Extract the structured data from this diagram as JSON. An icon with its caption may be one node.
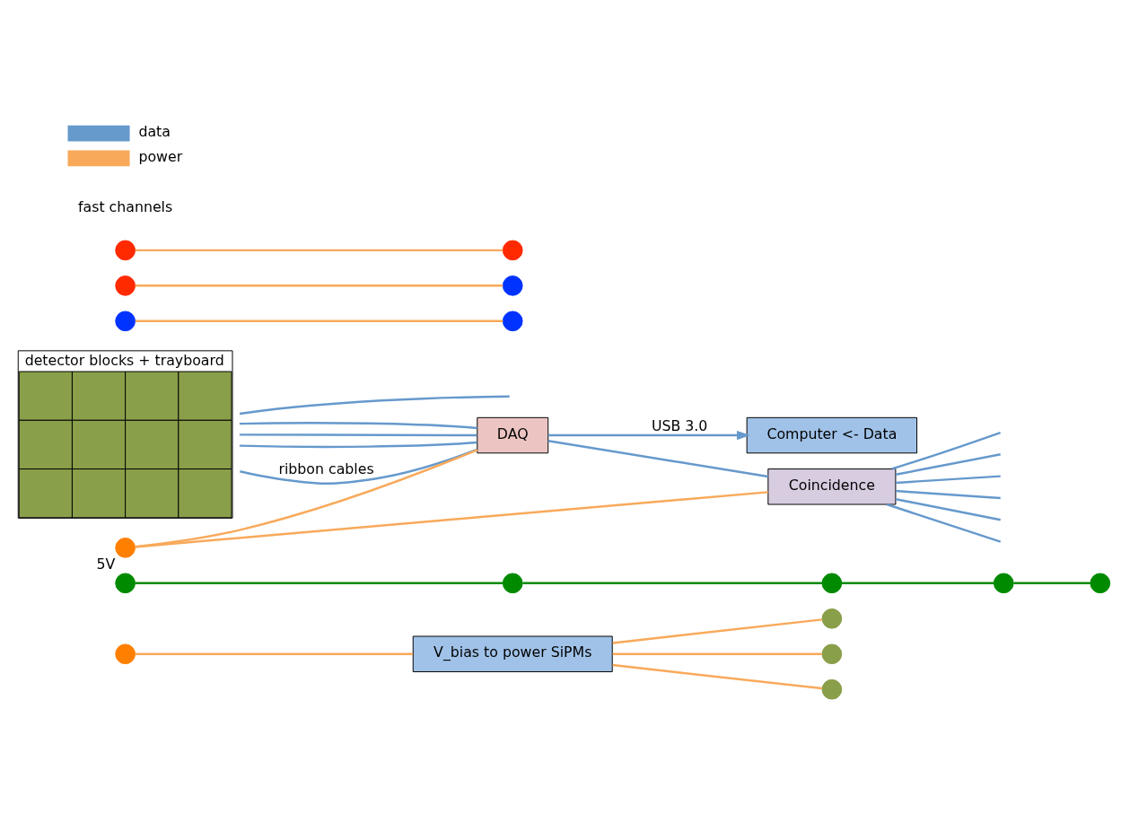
{
  "diagram": {
    "nodes": [
      {
        "text": [],
        "shape": "circle"
      },
      {
        "text": [
          "V_bias to power SiPMs"
        ]
      },
      {
        "text": [],
        "shape": "circle"
      },
      {
        "text": [],
        "shape": "circle"
      },
      {
        "text": [
          "detector blocks + trayboard"
        ]
      },
      {
        "text": [],
        "shape": "circle"
      },
      {
        "text": [],
        "shape": "circle"
      },
      {
        "text": [],
        "shape": "circle"
      },
      {
        "text": [],
        "shape": "circle"
      },
      {
        "text": [],
        "shape": "circle"
      },
      {
        "text": [],
        "shape": "circle"
      },
      {
        "text": [],
        "shape": "circle"
      },
      {
        "text": [],
        "shape": "circle"
      },
      {
        "text": [],
        "shape": "circle"
      },
      {
        "text": [],
        "shape": "circle"
      },
      {
        "text": [],
        "shape": "circle"
      },
      {
        "text": [],
        "shape": "circle"
      },
      {
        "text": [
          "Computer <- Data"
        ]
      },
      {
        "text": [
          "DAQ"
        ]
      },
      {
        "text": [],
        "shape": "circle",
        "beside": [
          "5V"
        ]
      },
      {
        "text": [
          "Coincidence"
        ]
      }
    ],
    "edges": [
      {
        "from": 0,
        "to": 1,
        "arrow": "none",
        "color": "#f8a95a"
      },
      {
        "from": 1,
        "to": 2,
        "arrow": "none",
        "color": "#f8a95a"
      },
      {
        "from": 1,
        "to": 5,
        "arrow": "none",
        "color": "#f8a95a"
      },
      {
        "from": 1,
        "to": 7,
        "arrow": "none",
        "color": "#f8a95a"
      },
      {
        "from": 3,
        "to": 6,
        "arrow": "none",
        "color": "#008a00"
      },
      {
        "from": 6,
        "to": 8,
        "arrow": "none",
        "color": "#008a00"
      },
      {
        "from": 8,
        "to": 11,
        "arrow": "none",
        "color": "#008a00"
      },
      {
        "from": 11,
        "to": 14,
        "arrow": "none",
        "color": "#008a00"
      },
      {
        "from": 9,
        "to": 10,
        "arrow": "none",
        "color": "#f8a95a"
      },
      {
        "from": 12,
        "to": 15,
        "arrow": "none",
        "color": "#f8a95a"
      },
      {
        "from": 16,
        "to": 13,
        "arrow": "none",
        "color": "#f8a95a"
      },
      {
        "from": 4,
        "to": null,
        "arrow": "none"
      },
      {
        "from": 4,
        "to": 18,
        "arrow": "none",
        "label": "ribbon cables"
      },
      {
        "from": 4,
        "to": 18,
        "arrow": "none"
      },
      {
        "from": 4,
        "to": 18,
        "arrow": "none"
      },
      {
        "from": 4,
        "to": 18,
        "arrow": "none"
      },
      {
        "from": 18,
        "to": 17,
        "arrow": "to",
        "label": "USB 3.0"
      },
      {
        "from": 19,
        "to": 18,
        "arrow": "none",
        "color": "#f8a95a"
      },
      {
        "from": 19,
        "to": 20,
        "arrow": "none",
        "color": "#f8a95a"
      },
      {
        "from": 18,
        "to": 20,
        "arrow": "none"
      },
      {
        "from": 20,
        "to": null,
        "arrow": "none"
      },
      {
        "from": 20,
        "to": null,
        "arrow": "none"
      },
      {
        "from": 20,
        "to": null,
        "arrow": "none"
      },
      {
        "from": 20,
        "to": null,
        "arrow": "none"
      },
      {
        "from": 20,
        "to": null,
        "arrow": "none"
      },
      {
        "from": 20,
        "to": null,
        "arrow": "none"
      }
    ],
    "labels": [
      "fast channels"
    ],
    "legend": [
      {
        "text": "data"
      },
      {
        "text": "power"
      }
    ]
  }
}
